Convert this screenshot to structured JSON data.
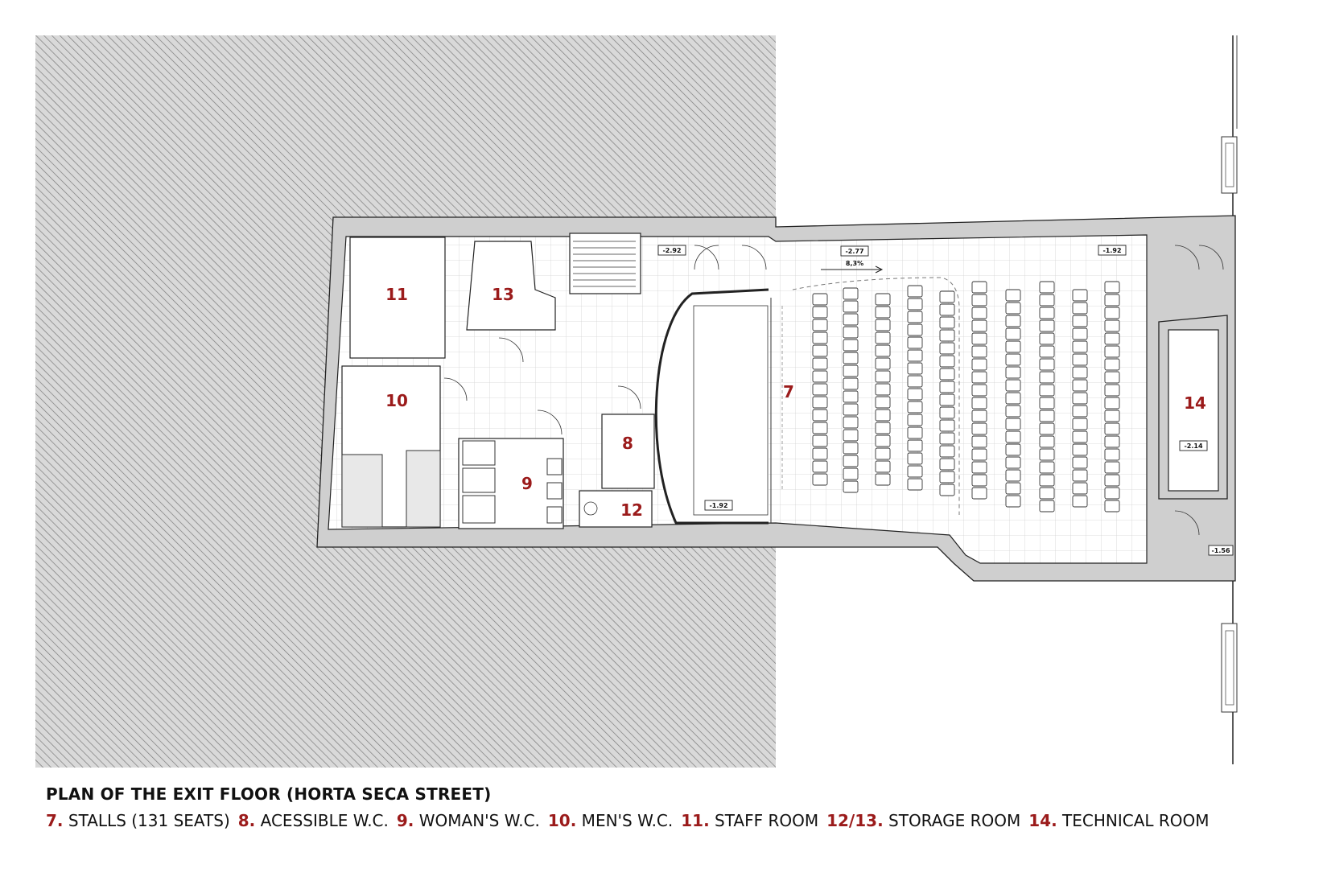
{
  "title": "PLAN OF THE EXIT FLOOR (HORTA SECA STREET)",
  "legend": [
    {
      "num": "7.",
      "label": "STALLS (131 SEATS)"
    },
    {
      "num": "8.",
      "label": "ACESSIBLE W.C."
    },
    {
      "num": "9.",
      "label": "WOMAN'S W.C."
    },
    {
      "num": "10.",
      "label": "MEN'S W.C."
    },
    {
      "num": "11.",
      "label": "STAFF ROOM"
    },
    {
      "num": "12/13.",
      "label": "STORAGE ROOM"
    },
    {
      "num": "14.",
      "label": "TECHNICAL ROOM"
    }
  ],
  "rooms": {
    "r7": "7",
    "r8": "8",
    "r9": "9",
    "r10": "10",
    "r11": "11",
    "r12": "12",
    "r13": "13",
    "r14": "14"
  },
  "levels": {
    "stair": "-2.92",
    "top_center": "-2.77",
    "slope": "8,3%",
    "top_right": "-1.92",
    "stage_bottom": "-1.92",
    "technical": "-2.14",
    "exit": "-1.56"
  },
  "colors": {
    "room_number": "#9b1b1b",
    "hatch": "#8a8a8a",
    "wall": "#cfcfcf"
  }
}
